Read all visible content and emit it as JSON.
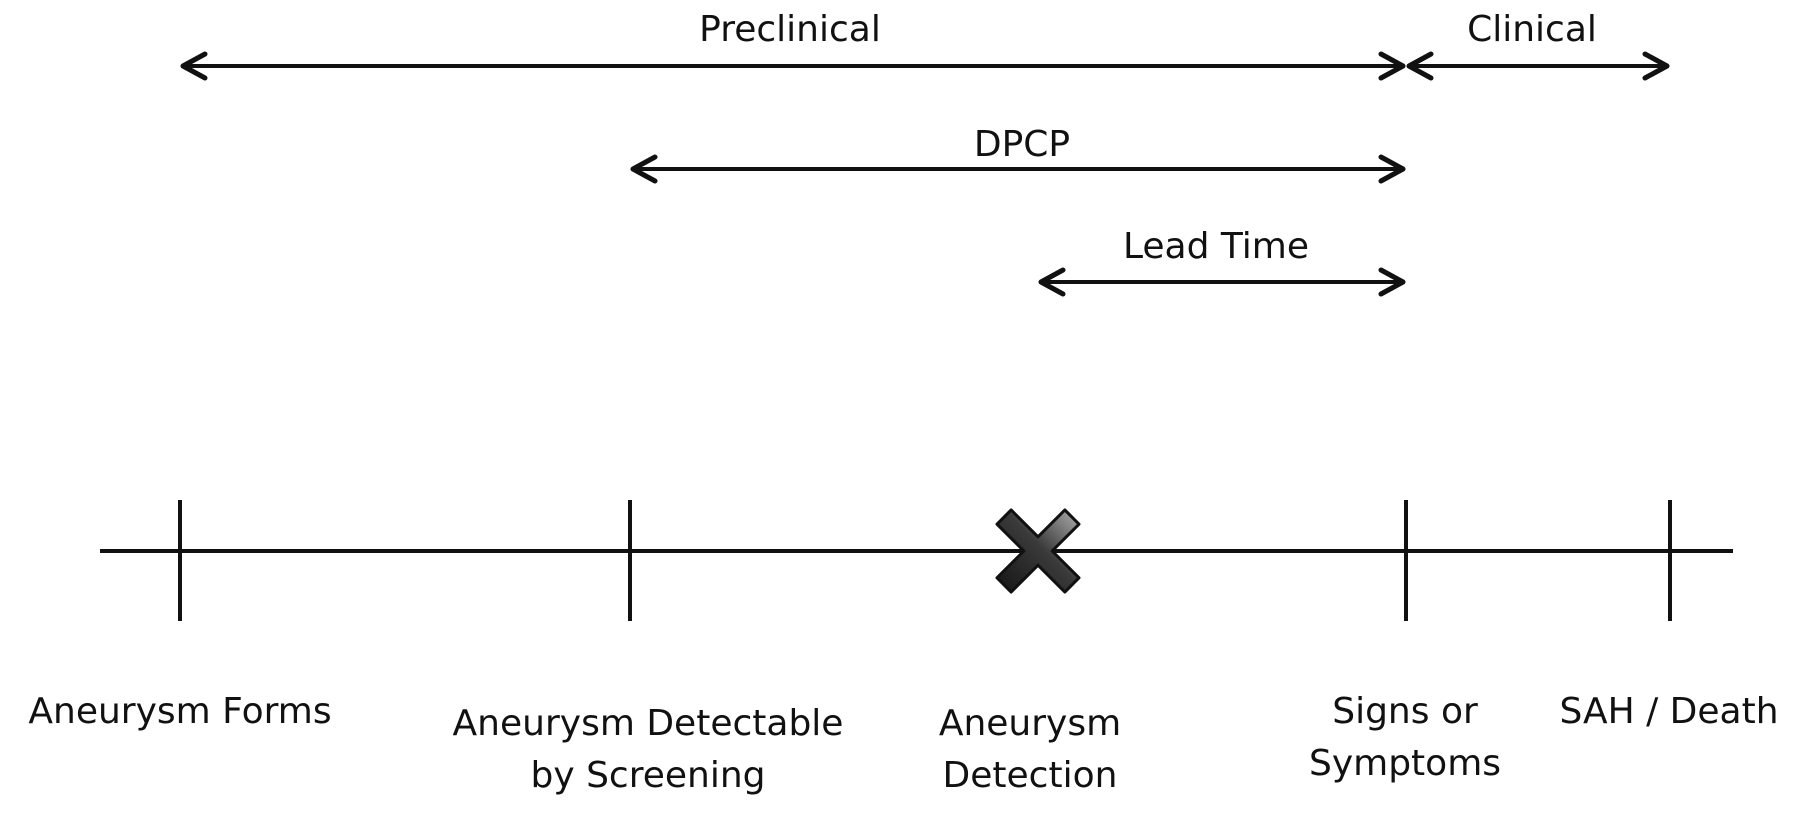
{
  "spans": [
    {
      "id": "preclinical",
      "label": "Preclinical",
      "from": "forms",
      "to": "symptoms"
    },
    {
      "id": "clinical",
      "label": "Clinical",
      "from": "symptoms",
      "to": "death"
    },
    {
      "id": "dpcp",
      "label": "DPCP",
      "from": "detectable",
      "to": "symptoms"
    },
    {
      "id": "lead-time",
      "label": "Lead Time",
      "from": "detection",
      "to": "symptoms"
    }
  ],
  "events": [
    {
      "id": "forms",
      "lines": [
        "Aneurysm Forms"
      ],
      "marker": "tick"
    },
    {
      "id": "detectable",
      "lines": [
        "Aneurysm Detectable",
        "by Screening"
      ],
      "marker": "tick"
    },
    {
      "id": "detection",
      "lines": [
        "Aneurysm",
        "Detection"
      ],
      "marker": "x-mark"
    },
    {
      "id": "symptoms",
      "lines": [
        "Signs or",
        "Symptoms"
      ],
      "marker": "tick"
    },
    {
      "id": "death",
      "lines": [
        "SAH / Death"
      ],
      "marker": "tick"
    }
  ],
  "colors": {
    "line": "#111111",
    "marker_fill": "#3a3a3a",
    "marker_highlight": "#9a9a9a"
  }
}
